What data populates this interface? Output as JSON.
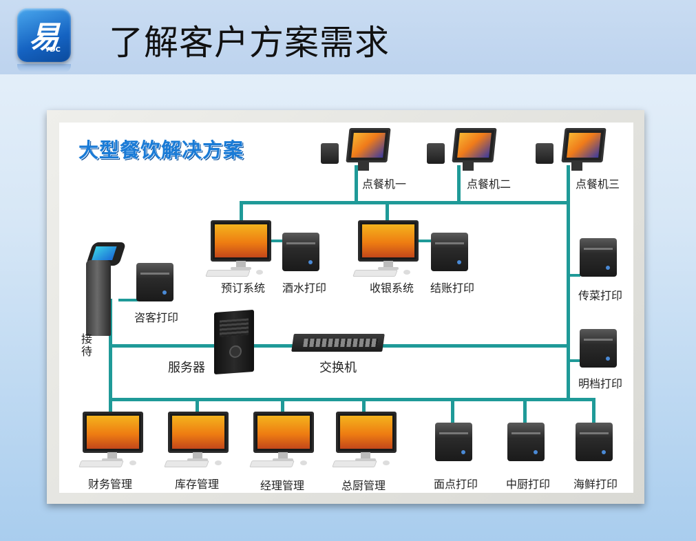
{
  "page": {
    "title": "了解客户方案需求"
  },
  "logo": {
    "char": "易",
    "sub": "YDC"
  },
  "diagram": {
    "title": "大型餐饮解决方案",
    "line_color": "#1f9a98",
    "labels": {
      "pos1": "点餐机一",
      "pos2": "点餐机二",
      "pos3": "点餐机三",
      "booking": "预订系统",
      "drink_print": "酒水打印",
      "cashier": "收银系统",
      "checkout_print": "结账打印",
      "serve_print": "传菜打印",
      "guest_print": "咨客打印",
      "reception": "接\n待",
      "server": "服务器",
      "switch": "交换机",
      "detail_print": "明档打印",
      "finance": "财务管理",
      "inventory": "库存管理",
      "manager": "经理管理",
      "chef": "总厨管理",
      "pastry_print": "面点打印",
      "kitchen_print": "中厨打印",
      "seafood_print": "海鲜打印"
    }
  }
}
